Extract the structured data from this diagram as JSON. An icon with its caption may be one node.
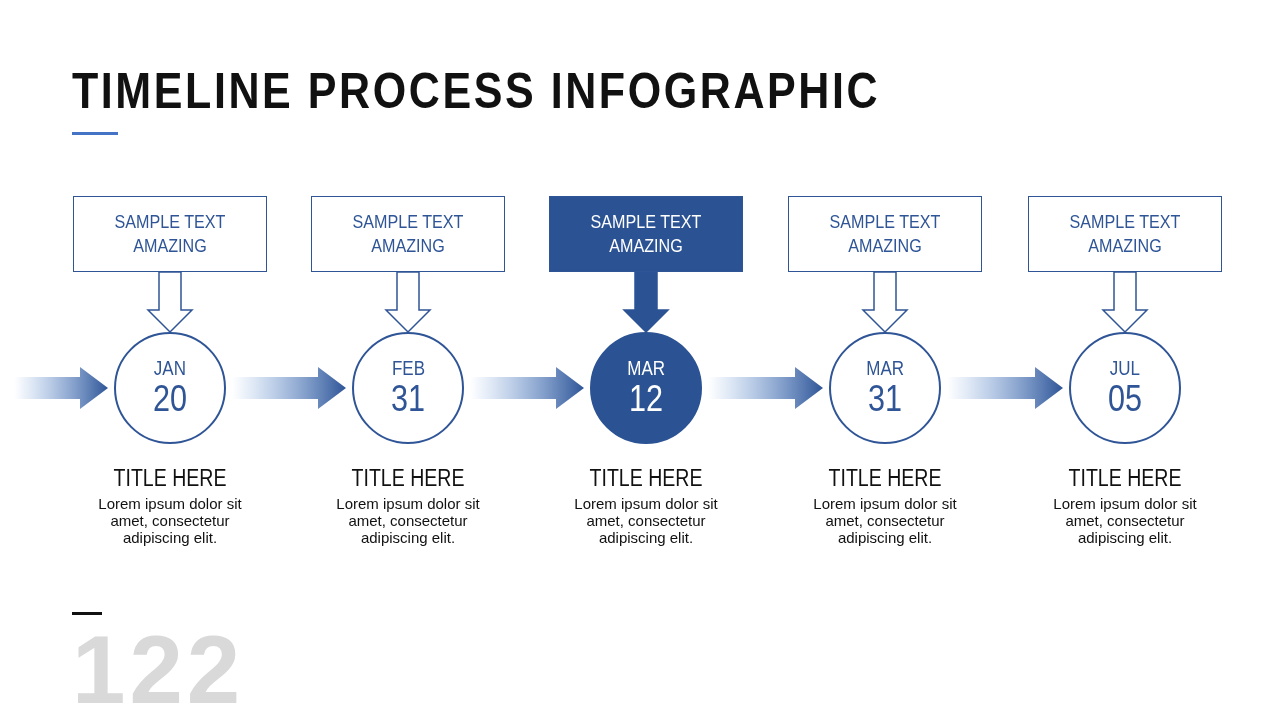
{
  "diagram": {
    "title": "TIMELINE PROCESS INFOGRAPHIC",
    "nodes": [
      {
        "text": [
          "SAMPLE TEXT AMAZING"
        ]
      },
      {
        "text": [
          "SAMPLE TEXT AMAZING"
        ]
      },
      {
        "text": [
          "SAMPLE TEXT AMAZING"
        ]
      },
      {
        "text": [
          "SAMPLE TEXT AMAZING"
        ]
      },
      {
        "text": [
          "SAMPLE TEXT AMAZING"
        ]
      },
      {
        "text": [
          "JAN",
          "20"
        ],
        "beside": [
          "TITLE HERE",
          "Lorem ipsum dolor sit amet, consectetur adipiscing elit."
        ]
      },
      {
        "text": [
          "FEB",
          "31"
        ],
        "beside": [
          "TITLE HERE",
          "Lorem ipsum dolor sit amet, consectetur adipiscing elit."
        ]
      },
      {
        "text": [
          "MAR",
          "12"
        ],
        "beside": [
          "TITLE HERE",
          "Lorem ipsum dolor sit amet, consectetur adipiscing elit."
        ]
      },
      {
        "text": [
          "MAR",
          "31"
        ],
        "beside": [
          "TITLE HERE",
          "Lorem ipsum dolor sit amet, consectetur adipiscing elit."
        ]
      },
      {
        "text": [
          "JUL",
          "05"
        ],
        "beside": [
          "TITLE HERE",
          "Lorem ipsum dolor sit amet, consectetur adipiscing elit."
        ]
      }
    ],
    "edges": [
      {
        "from": 0,
        "to": 5,
        "arrow": "to"
      },
      {
        "from": 1,
        "to": 6,
        "arrow": "to"
      },
      {
        "from": 2,
        "to": 7,
        "arrow": "to",
        "color": "#2b5394"
      },
      {
        "from": 3,
        "to": 8,
        "arrow": "to"
      },
      {
        "from": 4,
        "to": 9,
        "arrow": "to"
      },
      {
        "from": null,
        "to": 5,
        "arrow": "to",
        "style": "thick"
      },
      {
        "from": 5,
        "to": 6,
        "arrow": "to",
        "style": "thick"
      },
      {
        "from": 6,
        "to": 7,
        "arrow": "to",
        "style": "thick"
      },
      {
        "from": 7,
        "to": 8,
        "arrow": "to",
        "style": "thick"
      },
      {
        "from": 8,
        "to": 9,
        "arrow": "to",
        "style": "thick"
      }
    ],
    "labels": [
      "122"
    ]
  }
}
